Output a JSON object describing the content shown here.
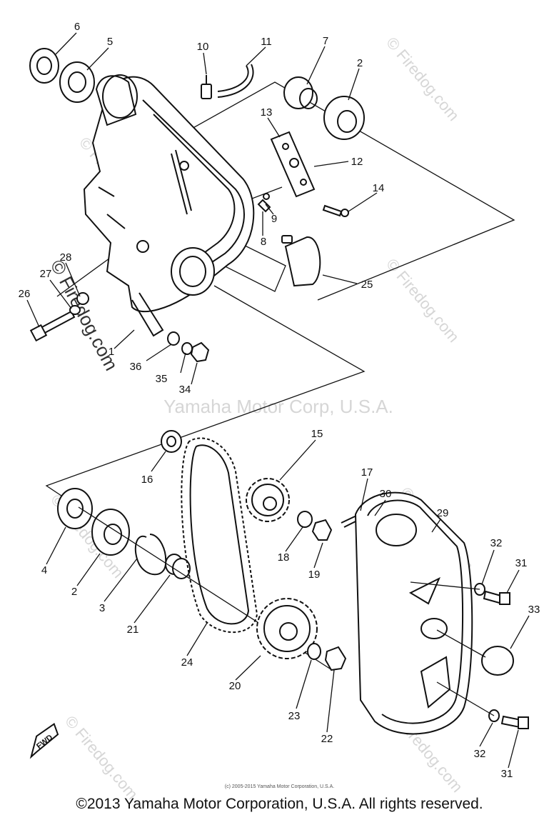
{
  "diagram": {
    "parts": [
      {
        "id": "part-6",
        "label": "6"
      },
      {
        "id": "part-5",
        "label": "5"
      },
      {
        "id": "part-10",
        "label": "10"
      },
      {
        "id": "part-11",
        "label": "11"
      },
      {
        "id": "part-7",
        "label": "7"
      },
      {
        "id": "part-2-top",
        "label": "2"
      },
      {
        "id": "part-13",
        "label": "13"
      },
      {
        "id": "part-12",
        "label": "12"
      },
      {
        "id": "part-14",
        "label": "14"
      },
      {
        "id": "part-9",
        "label": "9"
      },
      {
        "id": "part-8",
        "label": "8"
      },
      {
        "id": "part-25",
        "label": "25"
      },
      {
        "id": "part-28",
        "label": "28"
      },
      {
        "id": "part-27",
        "label": "27"
      },
      {
        "id": "part-26",
        "label": "26"
      },
      {
        "id": "part-1",
        "label": "1"
      },
      {
        "id": "part-36",
        "label": "36"
      },
      {
        "id": "part-35",
        "label": "35"
      },
      {
        "id": "part-34",
        "label": "34"
      },
      {
        "id": "part-16",
        "label": "16"
      },
      {
        "id": "part-15",
        "label": "15"
      },
      {
        "id": "part-17",
        "label": "17"
      },
      {
        "id": "part-30",
        "label": "30"
      },
      {
        "id": "part-29",
        "label": "29"
      },
      {
        "id": "part-4",
        "label": "4"
      },
      {
        "id": "part-2-bottom",
        "label": "2"
      },
      {
        "id": "part-3",
        "label": "3"
      },
      {
        "id": "part-21",
        "label": "21"
      },
      {
        "id": "part-18",
        "label": "18"
      },
      {
        "id": "part-19",
        "label": "19"
      },
      {
        "id": "part-32-top",
        "label": "32"
      },
      {
        "id": "part-31-top",
        "label": "31"
      },
      {
        "id": "part-33",
        "label": "33"
      },
      {
        "id": "part-24",
        "label": "24"
      },
      {
        "id": "part-20",
        "label": "20"
      },
      {
        "id": "part-23",
        "label": "23"
      },
      {
        "id": "part-22",
        "label": "22"
      },
      {
        "id": "part-32-bottom",
        "label": "32"
      },
      {
        "id": "part-31-bottom",
        "label": "31"
      }
    ],
    "fwd_label": "FWD",
    "center_watermark": "Yamaha Motor Corp, U.S.A.",
    "site_watermark": "© Firedog.com"
  },
  "footer": {
    "small_credit": "(c) 2005-2015 Yamaha Motor Corporation, U.S.A.",
    "copyright": "©2013 Yamaha Motor Corporation, U.S.A. All rights reserved."
  }
}
